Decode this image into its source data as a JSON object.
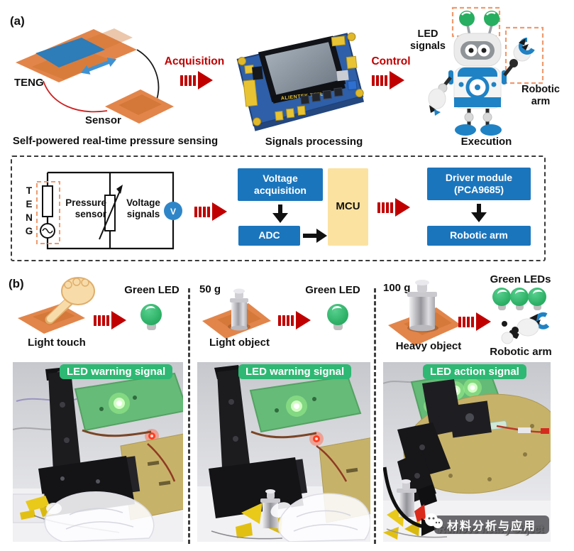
{
  "figure": {
    "panel_a_label": "(a)",
    "panel_b_label": "(b)"
  },
  "colors": {
    "accent_red": "#C00000",
    "block_blue": "#1B75BC",
    "mcu_yellow": "#FBE2A0",
    "pad_orange": "#E2854A",
    "teng_blue": "#2E7CB8",
    "led_green": "#2EB167",
    "badge_green": "#2EB873",
    "robot_blue": "#1F82C4",
    "dashed_orange": "#F09A6E"
  },
  "panel_a": {
    "sensing": {
      "teng_label": "TENG",
      "sensor_label": "Sensor",
      "caption": "Self-powered real-time pressure sensing"
    },
    "acquisition_label": "Acquisition",
    "processing": {
      "board_label": "ALIENTEK TFTLCD",
      "caption": "Signals processing"
    },
    "control_label": "Control",
    "execution": {
      "led_line1": "LED",
      "led_line2": "signals",
      "arm_line1": "Robotic",
      "arm_line2": "arm",
      "caption": "Execution"
    },
    "circuit": {
      "teng_letters": [
        "T",
        "E",
        "N",
        "G"
      ],
      "pressure_line1": "Pressure",
      "pressure_line2": "sensor",
      "voltage_line1": "Voltage",
      "voltage_line2": "signals",
      "voltmeter": "V"
    },
    "blocks": {
      "voltage_acquisition": "Voltage acquisition",
      "adc": "ADC",
      "mcu": "MCU",
      "driver_line1": "Driver module",
      "driver_line2": "(PCA9685)",
      "robotic_arm": "Robotic arm"
    }
  },
  "panel_b": {
    "columns": [
      {
        "caption": "Light touch",
        "result": "Green LED",
        "badge": "LED warning signal"
      },
      {
        "weight": "50 g",
        "caption": "Light object",
        "result": "Green LED",
        "badge": "LED warning signal"
      },
      {
        "weight": "100 g",
        "caption": "Heavy object",
        "result": "Green LEDs",
        "arm_label": "Robotic arm",
        "badge": "LED action signal",
        "annotation": "Remove heavy object"
      }
    ],
    "watermark": "材料分析与应用"
  }
}
